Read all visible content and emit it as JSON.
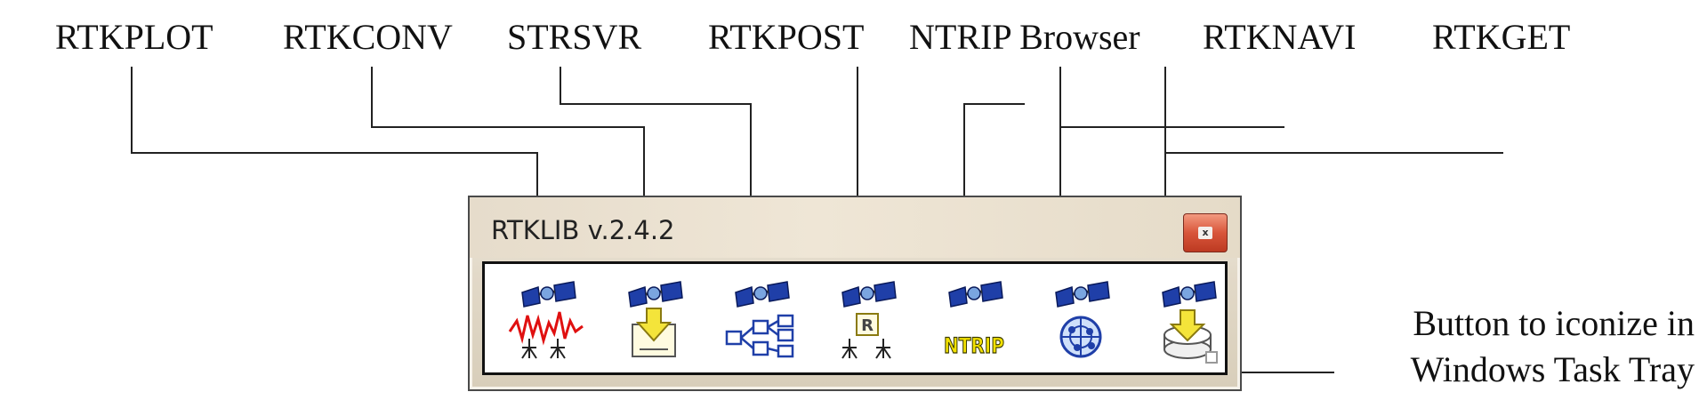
{
  "labels": {
    "rtkplot": "RTKPLOT",
    "rtkconv": "RTKCONV",
    "strsvr": "STRSVR",
    "rtkpost": "RTKPOST",
    "ntrip_browser": "NTRIP Browser",
    "rtknavi": "RTKNAVI",
    "rtkget": "RTKGET"
  },
  "tray_note": {
    "line1": "Button to iconize in",
    "line2": "Windows Task Tray"
  },
  "window": {
    "title": "RTKLIB v.2.4.2",
    "close_glyph": "x"
  },
  "icons": {
    "rtkplot": "satellite-plot-icon",
    "rtkconv": "satellite-convert-icon",
    "strsvr": "satellite-stream-server-icon",
    "rtkpost": "satellite-post-icon",
    "ntrip": "satellite-ntrip-icon",
    "ntrip_text": "NTRIP",
    "rtknavi": "satellite-navi-icon",
    "rtkget": "satellite-get-icon"
  },
  "colors": {
    "close_button": "#d8553a",
    "satellite_blue": "#1f3fa8",
    "plot_red": "#e01010",
    "arrow_yellow": "#f4e43a",
    "ntrip_yellow": "#f2e100"
  }
}
